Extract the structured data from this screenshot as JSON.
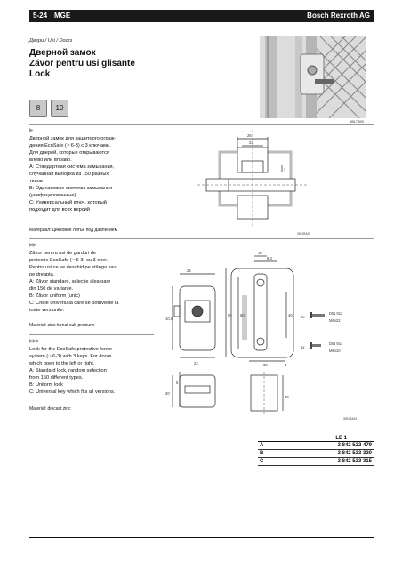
{
  "header": {
    "page": "5-24",
    "section": "MGE",
    "brand": "Bosch Rexroth AG"
  },
  "breadcrumb": "Двери / Usi / Doors",
  "title_lines": [
    "Дверной замок",
    "Zăvor pentru usi glisante",
    "Lock"
  ],
  "badges": [
    "8",
    "10"
  ],
  "photo_code": "6517-500",
  "ru": {
    "text": [
      "Дверной замок для защитного ограж-",
      "дения EcoSafe (☞6-3) с 3 ключами.",
      "Для дверей, которые открываются",
      "влево или вправо.",
      "A:  Стандартная система замыкания,",
      "      случайная выборка из 150 разных",
      "      типов",
      "B:  Одинаковые системы замыкания",
      "      (унифицированные)",
      "C:  Универсальный ключ, который",
      "      подходит для всех версий"
    ],
    "material": "Материал: цинковое литье под давлением"
  },
  "ro": {
    "text": [
      "Zăvor pentru usi de garduri de",
      "protectie EcoSafe (☞6-3) cu 3 chei.",
      "Pentru usi ce se deschid pe stânga sau",
      "pe dreapta.",
      "A:  Zăvor standard, selectie aleatoare",
      "      din 150 de variante.",
      "B:  Zăvor uniform (unic)",
      "C:  Cheie universală care se potriveste la",
      "      toate versiunile."
    ],
    "material": "Material:  zinc turnat sub presiune"
  },
  "en": {
    "text": [
      "Lock for the EcoSafe protective fence",
      "system (☞6-3) with 3 keys. For doors",
      "which open to the left or right.",
      "A:  Standard lock, random selection",
      "      from 150 different types.",
      "B:  Uniform lock",
      "C:  Universal key which fits all versions."
    ],
    "material": "Material: diecast zinc"
  },
  "drawing1": {
    "dims": [
      "26",
      "22",
      "3"
    ],
    "code": "3091RA25"
  },
  "drawing2": {
    "dims": [
      "25",
      "10",
      "8,4",
      "10,5",
      "60",
      "90",
      "40",
      "22",
      "30",
      "4",
      "20",
      "5",
      "30"
    ],
    "code": "3091RA24",
    "hardware": [
      {
        "qty": "2x",
        "std": "DIN 912",
        "size": "M6x22"
      },
      {
        "qty": "1x",
        "std": "DIN 914",
        "size": "M6x10"
      }
    ]
  },
  "order_table": {
    "header": "LE 1",
    "rows": [
      {
        "variant": "A",
        "number": "3 842 522 479"
      },
      {
        "variant": "B",
        "number": "3 842 523 320"
      },
      {
        "variant": "C",
        "number": "3 842 523 315"
      }
    ]
  }
}
